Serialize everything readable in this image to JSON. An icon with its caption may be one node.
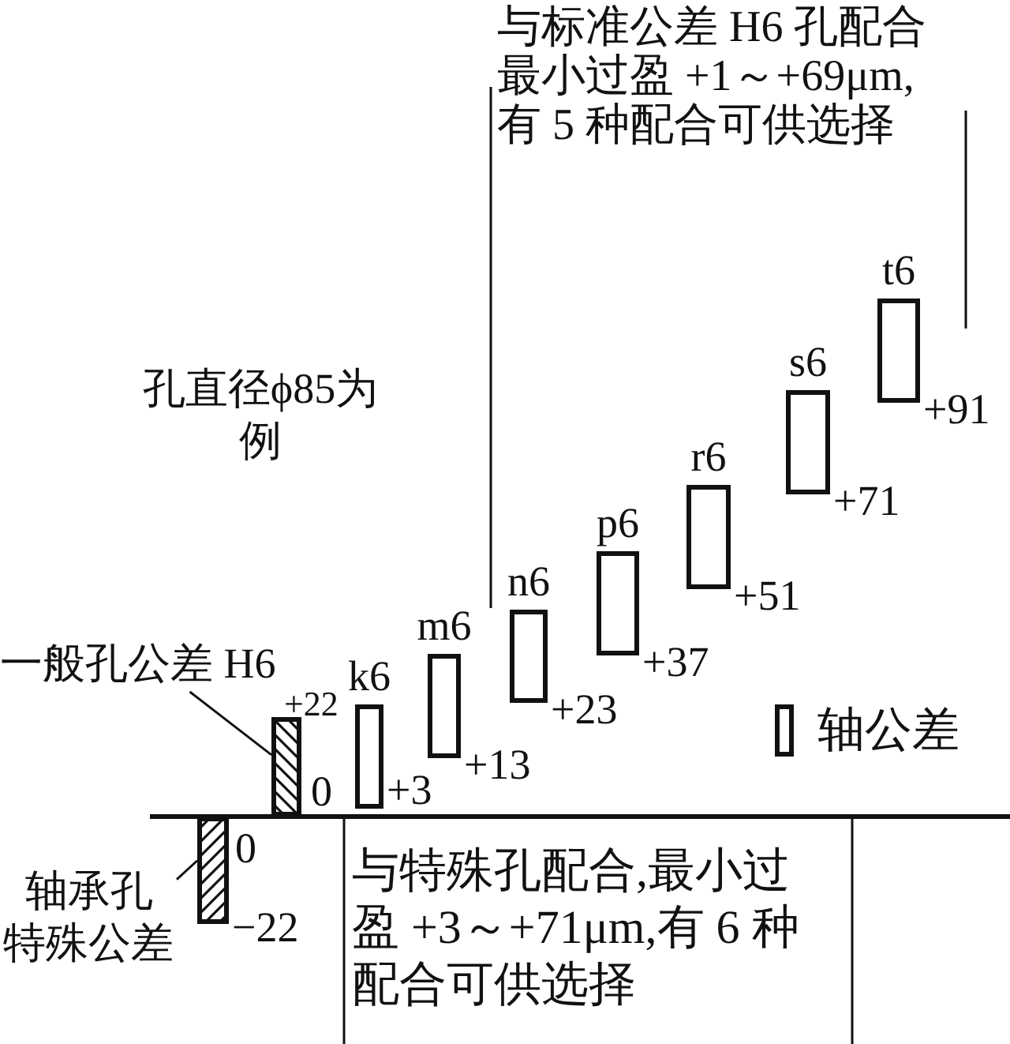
{
  "diagram": {
    "nodes": [
      {
        "text": [
          "一般孔公差 H6"
        ]
      },
      {
        "text": [],
        "shape": "bar",
        "beside": [
          "+22",
          "0"
        ]
      },
      {
        "text": [
          "轴承孔特殊公差"
        ]
      },
      {
        "text": [],
        "shape": "bar",
        "beside": [
          "0",
          "−22"
        ]
      },
      {
        "text": [],
        "shape": "bar",
        "beside": [
          "k6",
          "+3"
        ]
      },
      {
        "text": [],
        "shape": "bar",
        "beside": [
          "m6",
          "+13"
        ]
      },
      {
        "text": [],
        "shape": "bar",
        "beside": [
          "n6",
          "+23"
        ]
      },
      {
        "text": [],
        "shape": "bar",
        "beside": [
          "p6",
          "+37"
        ]
      },
      {
        "text": [],
        "shape": "bar",
        "beside": [
          "r6",
          "+51"
        ]
      },
      {
        "text": [],
        "shape": "bar",
        "beside": [
          "s6",
          "+71"
        ]
      },
      {
        "text": [],
        "shape": "bar",
        "beside": [
          "t6",
          "+91"
        ]
      }
    ],
    "edges": [
      {
        "from": 0,
        "to": 1,
        "arrow": "none"
      },
      {
        "from": 2,
        "to": 3,
        "arrow": "none"
      }
    ],
    "labels": [
      "与标准公差 H6 孔配合最小过盈 +1～+69μm,有 5 种配合可供选择",
      "孔直径ϕ85为例",
      "与特殊孔配合,最小过盈 +3～+71μm,有 6 种配合可供选择"
    ],
    "legend": [
      {
        "text": "轴公差"
      }
    ]
  }
}
